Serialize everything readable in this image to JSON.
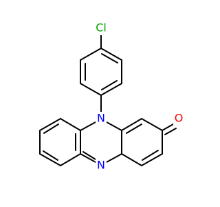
{
  "molecule": {
    "atoms": {
      "chlorine": {
        "label": "Cl",
        "color": "#00a000"
      },
      "nitrogen_top": {
        "label": "N",
        "color": "#0000ff"
      },
      "nitrogen_bottom": {
        "label": "N",
        "color": "#0000ff"
      },
      "oxygen": {
        "label": "O",
        "color": "#ff0000"
      }
    }
  }
}
